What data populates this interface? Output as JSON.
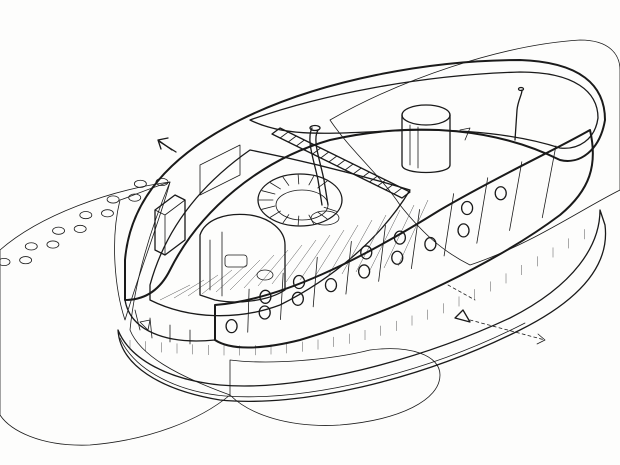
{
  "diagram": {
    "style": "axonometric line drawing, black ink on white",
    "palette": {
      "ink": "#1a1a1a",
      "paper": "#fdfdfc",
      "wall": "#d9d9d9",
      "stipple": "#6a6a6a"
    },
    "stepping_stone_count": 12,
    "porthole_count": 14,
    "direction_arrows": [
      "entry-arrow-top-left",
      "entry-arrow-bottom-right"
    ]
  }
}
